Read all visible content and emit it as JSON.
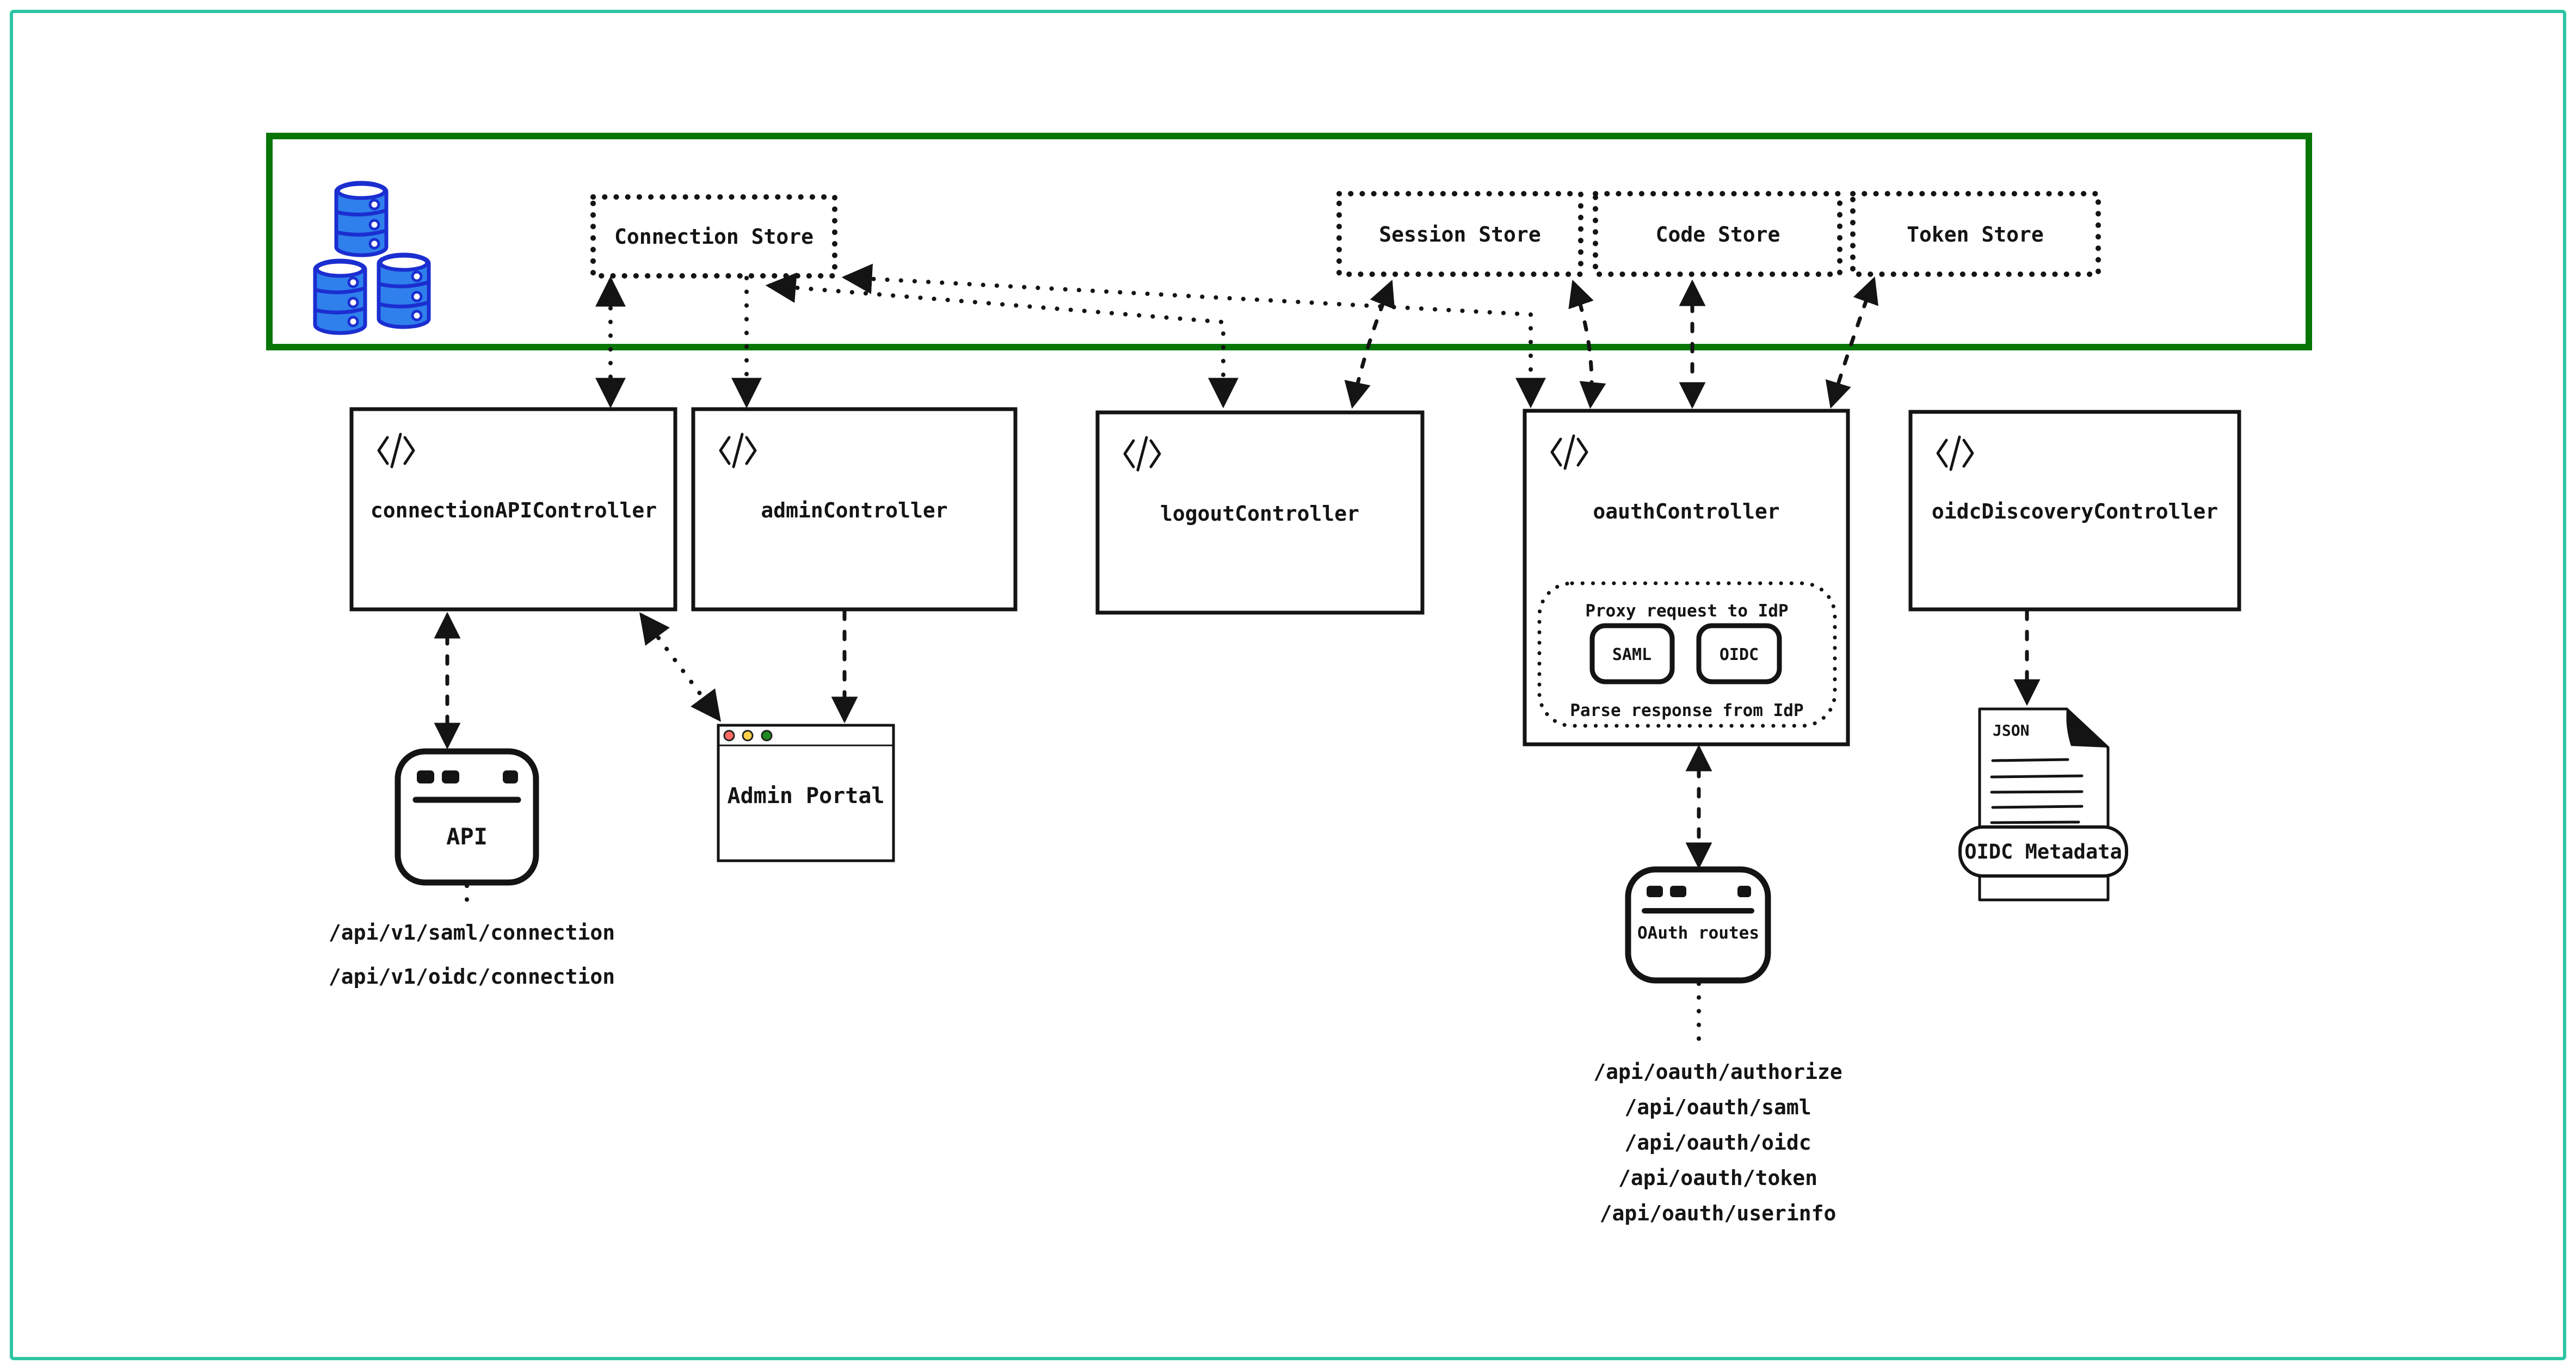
{
  "colors": {
    "outer_frame": "#2dc5a2",
    "store_zone_border": "#077607",
    "ink": "#141414",
    "database_fill": "#2f80ed",
    "database_stroke": "#1b2ed0",
    "traffic_red": "#ff6b63",
    "traffic_yellow": "#ffd24a",
    "traffic_green": "#1f8a1f"
  },
  "stores": [
    "Connection Store",
    "Session Store",
    "Code Store",
    "Token Store"
  ],
  "controllers": [
    "connectionAPIController",
    "adminController",
    "logoutController",
    "oauthController",
    "oidcDiscoveryController"
  ],
  "oauth_internals": {
    "proxy_label": "Proxy request to IdP",
    "saml_label": "SAML",
    "oidc_label": "OIDC",
    "parse_label": "Parse response from IdP"
  },
  "clients": {
    "api_label": "API",
    "admin_portal_label": "Admin Portal",
    "oauth_routes_label": "OAuth routes"
  },
  "api_paths": [
    "/api/v1/saml/connection",
    "/api/v1/oidc/connection"
  ],
  "oauth_paths": [
    "/api/oauth/authorize",
    "/api/oauth/saml",
    "/api/oauth/oidc",
    "/api/oauth/token",
    "/api/oauth/userinfo"
  ],
  "json_doc": {
    "format_label": "JSON",
    "banner_label": "OIDC Metadata"
  }
}
